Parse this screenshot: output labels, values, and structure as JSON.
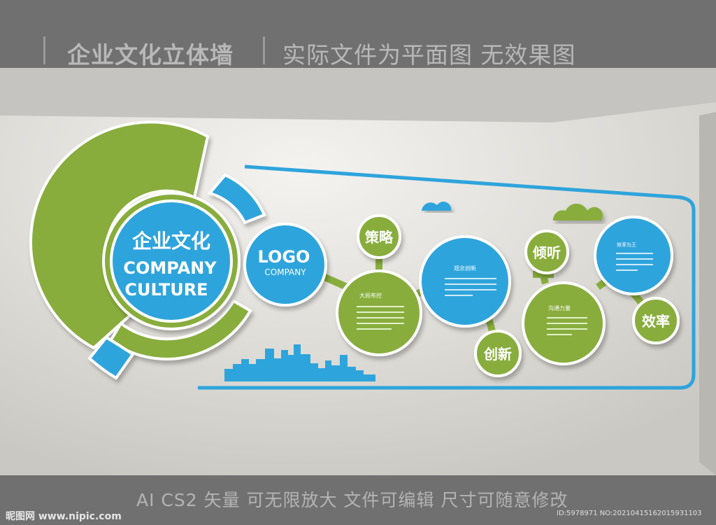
{
  "banner": {
    "title": "企业文化立体墙",
    "subtitle": "实际文件为平面图  无效果图"
  },
  "colors": {
    "green": "#88ad3c",
    "blue": "#2ea4dc",
    "wall": "#dad8d3",
    "banner": "#707070"
  },
  "wall": {
    "main_title": "企业文化",
    "main_en_1": "COMPANY",
    "main_en_2": "CULTURE",
    "logo_text": "LOGO",
    "logo_sub": "COMPANY",
    "bubbles": {
      "strategy": "策略",
      "innovation": "创新",
      "listen": "倾听",
      "efficiency": "效率"
    },
    "cards": {
      "layout_title": "大局布控",
      "concept_title": "观念创新",
      "comm_title": "沟通力量",
      "efficiency_title": "效率为王"
    }
  },
  "footer": {
    "text": "AI CS2 矢量 可无限放大   文件可编辑   尺寸可随意修改",
    "site": "昵图网 www.nipic.com",
    "id": "ID:5978971 NO:20210415162015931103"
  }
}
